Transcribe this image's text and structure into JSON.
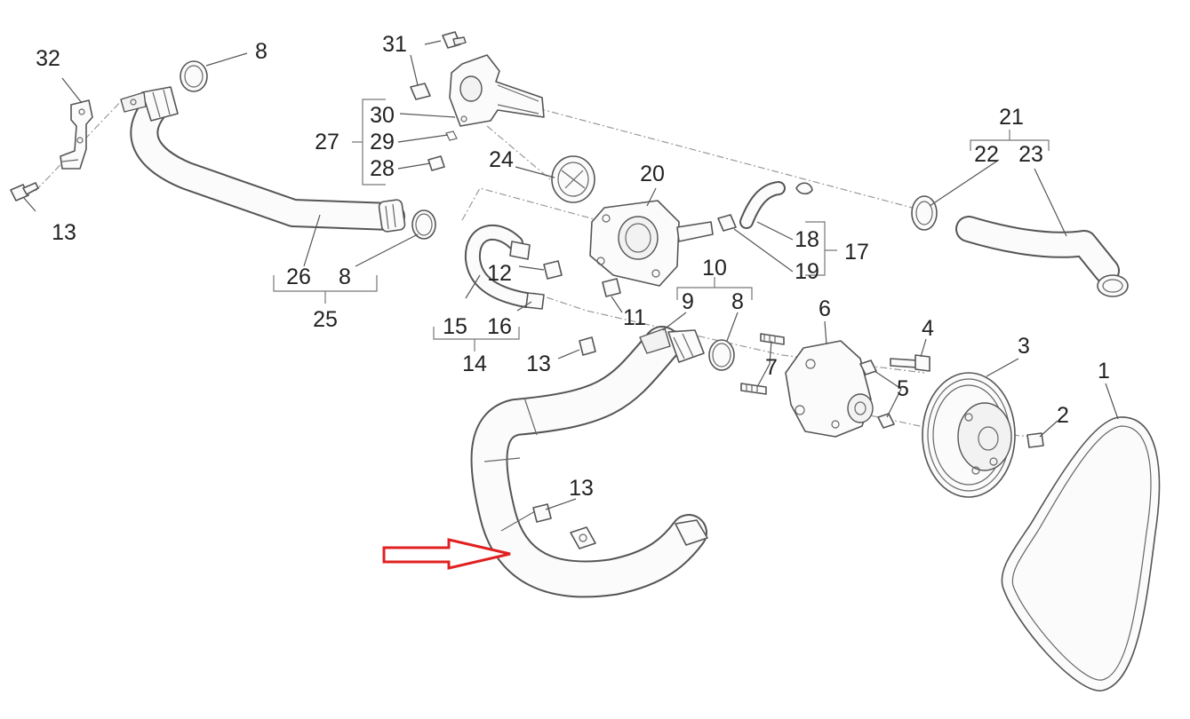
{
  "diagram": {
    "callouts": [
      "1",
      "2",
      "3",
      "4",
      "5",
      "6",
      "7",
      "8",
      "9",
      "10",
      "11",
      "12",
      "13",
      "14",
      "15",
      "16",
      "17",
      "18",
      "19",
      "20",
      "21",
      "22",
      "23",
      "24",
      "25",
      "26",
      "27",
      "28",
      "29",
      "30",
      "31",
      "32"
    ],
    "highlight_color": "#e02020",
    "line_color": "#555555"
  }
}
